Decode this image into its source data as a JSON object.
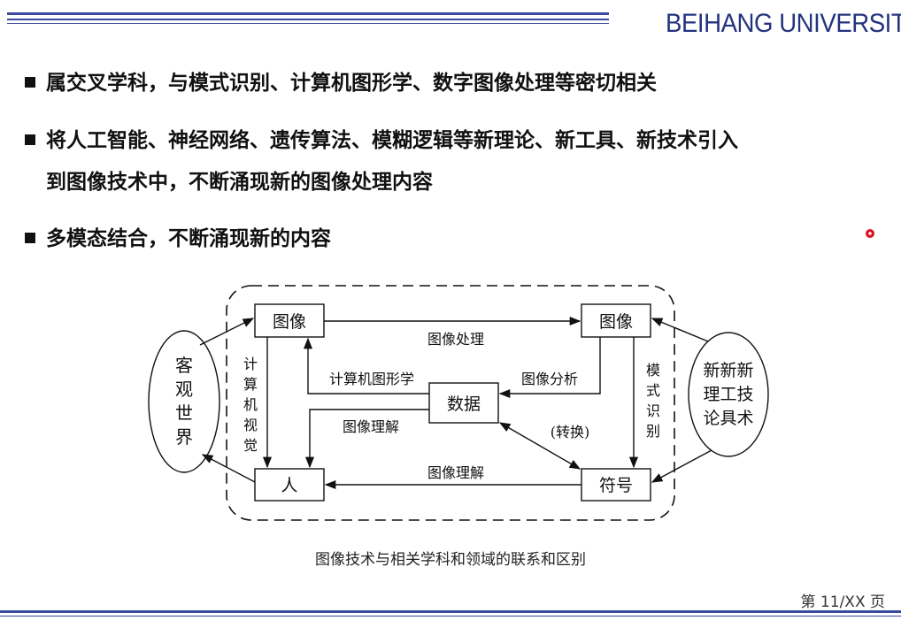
{
  "header": {
    "brand": "BEIHANG UNIVERSIT"
  },
  "bullets": [
    {
      "lines": [
        "属交叉学科，与模式识别、计算机图形学、数字图像处理等密切相关"
      ]
    },
    {
      "lines": [
        "将人工智能、神经网络、遗传算法、模糊逻辑等新理论、新工具、新技术引入",
        "到图像技术中，不断涌现新的图像处理内容"
      ]
    },
    {
      "lines": [
        "多模态结合，不断涌现新的内容"
      ]
    }
  ],
  "diagram": {
    "nodes": {
      "image_left": "图像",
      "image_right": "图像",
      "data": "数据",
      "person": "人",
      "symbol": "符号"
    },
    "ellipses": {
      "objective_world": [
        "客",
        "观",
        "世",
        "界"
      ],
      "new_theory": [
        "新新新",
        "理工技",
        "论具术"
      ]
    },
    "labels": {
      "image_processing": "图像处理",
      "computer_graphics": "计算机图形学",
      "image_analysis": "图像分析",
      "image_understanding_mid": "图像理解",
      "image_understanding_bottom": "图像理解",
      "transform": "(转换)",
      "computer_vision": [
        "计",
        "算",
        "机",
        "视",
        "觉"
      ],
      "pattern_recognition": [
        "模",
        "式",
        "识",
        "别"
      ]
    },
    "caption": "图像技术与相关学科和领域的联系和区别"
  },
  "footer": {
    "page": "第 11/XX  页"
  },
  "colors": {
    "rule": "#3a4a9a",
    "brand": "#23337e",
    "laser": "#e01020"
  }
}
